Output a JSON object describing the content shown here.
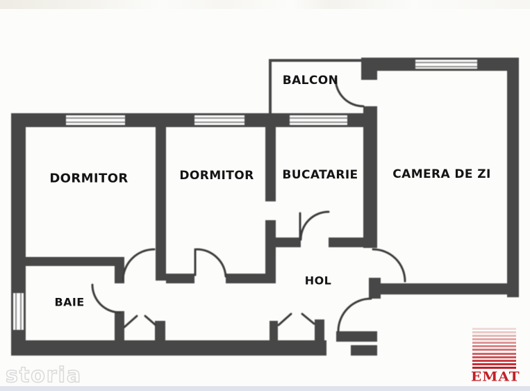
{
  "watermark": {
    "brand": "storia"
  },
  "rooms": {
    "balcon": "BALCON",
    "dormitor1": "DORMITOR",
    "dormitor2": "DORMITOR",
    "bucatarie": "BUCATARIE",
    "camera_de_zi": "CAMERA DE ZI",
    "baie": "BAIE",
    "hol": "HOL"
  },
  "logo": {
    "text": "EMAT",
    "stripe_count": 12,
    "stripe_top_color": "#eedbd7",
    "stripe_bottom_color": "#bf1e27"
  },
  "colors": {
    "wall": "#474747",
    "door_line": "#3d3d3d",
    "window_line": "#8f8f8f",
    "background": "#fcfcfb",
    "footer_strip": "#dfe3eb",
    "watermark_outline": "#dadada",
    "label_text": "#141414",
    "logo_red": "#c22127"
  }
}
